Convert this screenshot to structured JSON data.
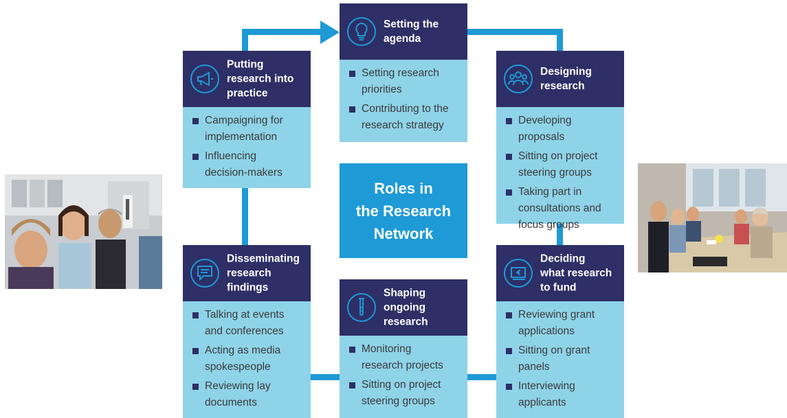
{
  "center_title": "Roles in\nthe Research\nNetwork",
  "cards": {
    "setting_agenda": {
      "title": "Setting the\nagenda",
      "icon": "lightbulb-icon",
      "items": [
        "Setting research\npriorities",
        "Contributing to the\nresearch strategy"
      ]
    },
    "putting_into_practice": {
      "title": "Putting\nresearch into\npractice",
      "icon": "megaphone-icon",
      "items": [
        "Campaigning for\nimplementation",
        "Influencing\ndecision-makers"
      ]
    },
    "designing_research": {
      "title": "Designing\nresearch",
      "icon": "people-group-icon",
      "items": [
        "Developing proposals",
        "Sitting on project\nsteering groups",
        "Taking part in\nconsultations and\nfocus groups"
      ]
    },
    "disseminating": {
      "title": "Disseminating\nresearch\nfindings",
      "icon": "speech-bubble-icon",
      "items": [
        "Talking at events\nand conferences",
        "Acting as media\nspokespeople",
        "Reviewing lay\ndocuments"
      ]
    },
    "shaping": {
      "title": "Shaping\nongoing\nresearch",
      "icon": "test-tube-icon",
      "items": [
        "Monitoring\nresearch projects",
        "Sitting on project\nsteering groups"
      ]
    },
    "deciding_fund": {
      "title": "Deciding\nwhat research\nto fund",
      "icon": "money-icon",
      "items": [
        "Reviewing grant\napplications",
        "Sitting on grant\npanels",
        "Interviewing\napplicants"
      ]
    }
  },
  "colors": {
    "header": "#2d2f66",
    "body": "#8fd3e8",
    "accent": "#1e9ad6"
  }
}
